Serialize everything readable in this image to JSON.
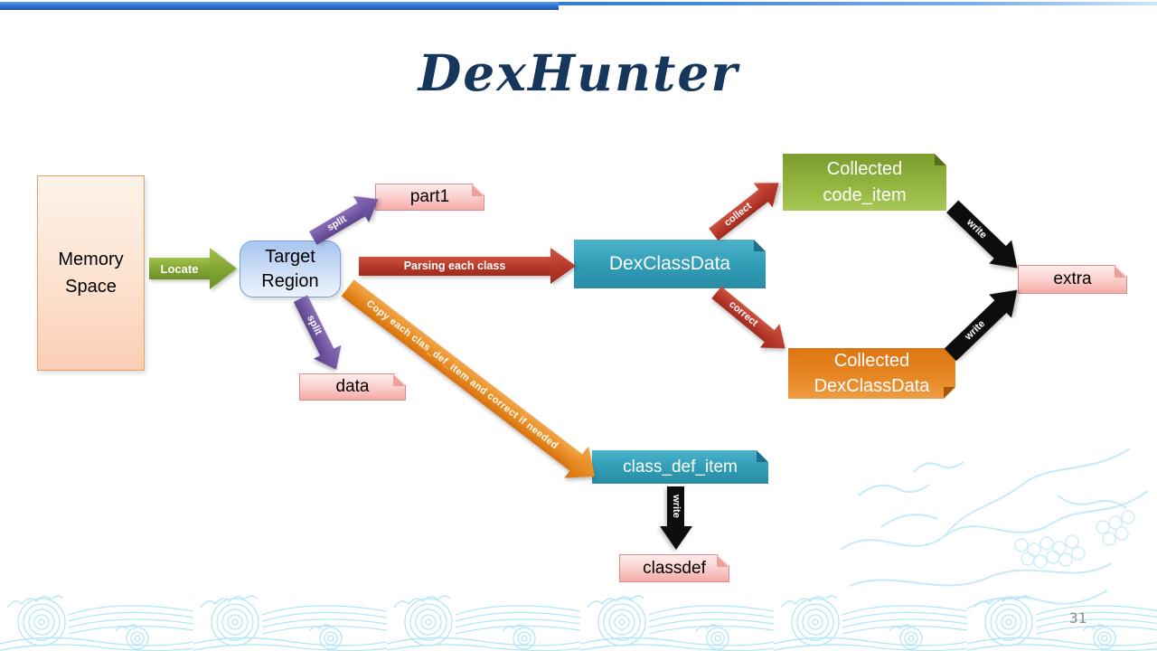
{
  "slide": {
    "title": "DexHunter",
    "page_number": "31"
  },
  "nodes": {
    "memory_space": {
      "label": "Memory Space"
    },
    "target_region": {
      "label": "Target Region"
    },
    "part1": {
      "label": "part1"
    },
    "data": {
      "label": "data"
    },
    "dex_class_data": {
      "label": "DexClassData"
    },
    "collected_code_item": {
      "lines": [
        "Collected",
        "code_item"
      ]
    },
    "collected_dex_class_data": {
      "lines": [
        "Collected",
        "DexClassData"
      ]
    },
    "extra": {
      "label": "extra"
    },
    "class_def_item": {
      "label": "class_def_item"
    },
    "classdef": {
      "label": "classdef"
    }
  },
  "arrows": {
    "locate": {
      "label": "Locate"
    },
    "split_up": {
      "label": "split"
    },
    "split_down": {
      "label": "split"
    },
    "parsing": {
      "label": "Parsing each class"
    },
    "collect": {
      "label": "collect"
    },
    "correct": {
      "label": "correct"
    },
    "copy": {
      "label": "Copy each clas_def_item and correct if needed"
    },
    "write_top": {
      "label": "write"
    },
    "write_bottom": {
      "label": "write"
    },
    "write_down": {
      "label": "write"
    }
  },
  "colors": {
    "title_navy": "#16365c",
    "top_bar_blue": "#2f6fce",
    "teal_box": "#2f9cb6",
    "green_box": "#8fb53c",
    "orange_box": "#e68624",
    "pink_box": "#fbd3d1",
    "memory_peach": "#fce2cf",
    "target_blue": "#cfdff6",
    "arrow_red": "#b33527",
    "arrow_green": "#7fa431",
    "arrow_purple": "#6f53a0",
    "arrow_orange": "#e68a20",
    "arrow_black": "#0d0d0d",
    "watermark_cyan": "#b3e6f8",
    "page_number_gray": "#8a8a8a"
  }
}
